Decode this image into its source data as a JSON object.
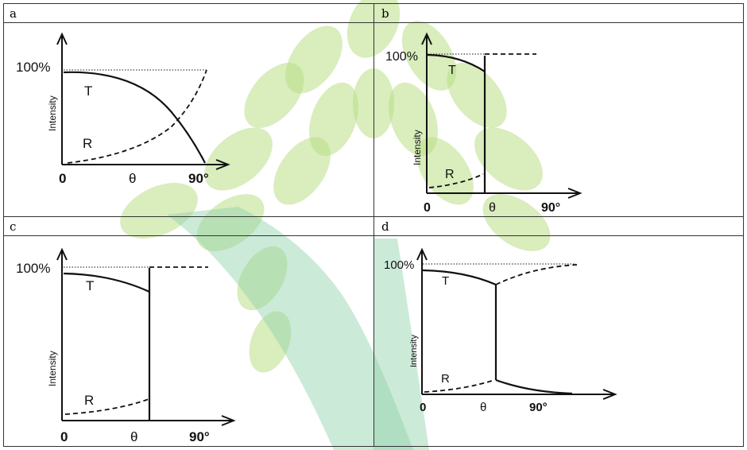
{
  "panels": [
    {
      "letter": "a",
      "label_100": "100%",
      "label_intensity": "Intensity",
      "label_T": "T",
      "label_R": "R",
      "label_0": "0",
      "label_theta": "θ",
      "label_90": "90°"
    },
    {
      "letter": "b",
      "label_100": "100%",
      "label_intensity": "Intensity",
      "label_T": "T",
      "label_R": "R",
      "label_0": "0",
      "label_theta": "θ",
      "label_90": "90°"
    },
    {
      "letter": "c",
      "label_100": "100%",
      "label_intensity": "Intensity",
      "label_T": "T",
      "label_R": "R",
      "label_0": "0",
      "label_theta": "θ",
      "label_90": "90°"
    },
    {
      "letter": "d",
      "label_100": "100%",
      "label_intensity": "Intensity",
      "label_T": "T",
      "label_R": "R",
      "label_0": "0",
      "label_theta": "θ",
      "label_90": "90°"
    }
  ],
  "colors": {
    "border": "#333333",
    "watermark_leaf": "#b9df86",
    "watermark_trunk": "#8fd0a8"
  }
}
